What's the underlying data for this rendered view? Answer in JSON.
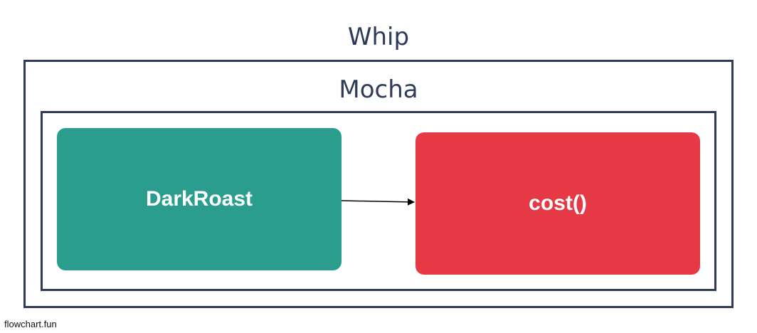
{
  "diagram": {
    "outer_group": {
      "label": "Whip",
      "border_color": "#2f3b57"
    },
    "inner_group": {
      "label": "Mocha",
      "border_color": "#2f3b57"
    },
    "nodes": [
      {
        "id": "darkroast",
        "label": "DarkRoast",
        "color": "#2a9d8f"
      },
      {
        "id": "cost",
        "label": "cost()",
        "color": "#e63946"
      }
    ],
    "edges": [
      {
        "from": "darkroast",
        "to": "cost"
      }
    ]
  },
  "watermark": "flowchart.fun"
}
